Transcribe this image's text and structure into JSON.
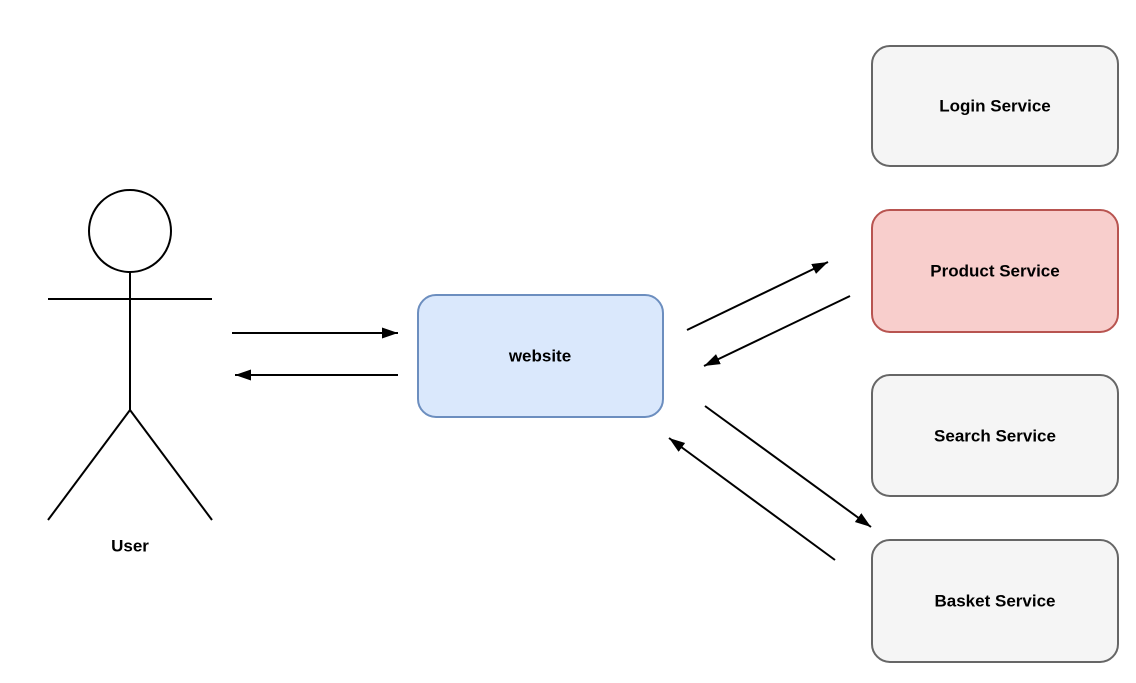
{
  "diagram": {
    "actor": {
      "label": "User"
    },
    "nodes": {
      "website": {
        "label": "website",
        "fill": "#dae8fc",
        "stroke": "#6c8ebf"
      },
      "login": {
        "label": "Login Service",
        "fill": "#f5f5f5",
        "stroke": "#666666"
      },
      "product": {
        "label": "Product Service",
        "fill": "#f8cecc",
        "stroke": "#b85450"
      },
      "search": {
        "label": "Search Service",
        "fill": "#f5f5f5",
        "stroke": "#666666"
      },
      "basket": {
        "label": "Basket Service",
        "fill": "#f5f5f5",
        "stroke": "#666666"
      }
    },
    "edges": [
      {
        "from": "User",
        "to": "website"
      },
      {
        "from": "website",
        "to": "User"
      },
      {
        "from": "website",
        "to": "Product Service"
      },
      {
        "from": "Product Service",
        "to": "website"
      },
      {
        "from": "website",
        "to": "Basket Service"
      },
      {
        "from": "Basket Service",
        "to": "website"
      }
    ]
  },
  "colors": {
    "background": "#ffffff",
    "text": "#000000",
    "actor": "#000000",
    "arrow": "#000000"
  }
}
